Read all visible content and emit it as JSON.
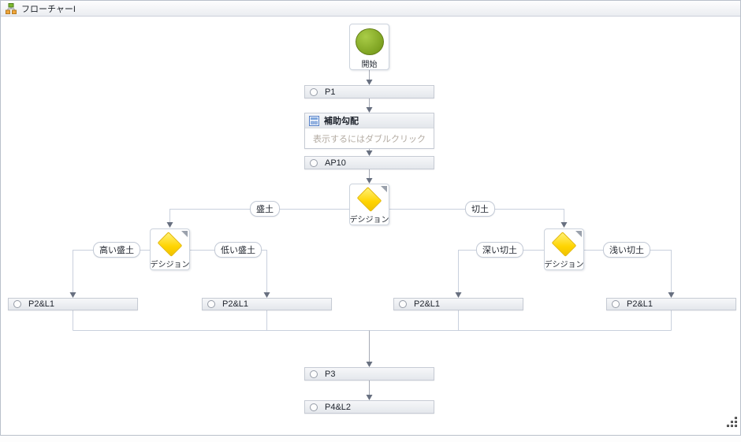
{
  "window": {
    "title": "フローチャーI"
  },
  "nodes": {
    "start": {
      "label": "開始"
    },
    "p1": {
      "label": "P1"
    },
    "aux": {
      "label": "補助勾配",
      "hint": "表示するにはダブルクリック"
    },
    "ap10": {
      "label": "AP10"
    },
    "decision_top": {
      "label": "デシジョン"
    },
    "decision_left": {
      "label": "デシジョン"
    },
    "decision_right": {
      "label": "デシジョン"
    },
    "p2l1_1": {
      "label": "P2&L1"
    },
    "p2l1_2": {
      "label": "P2&L1"
    },
    "p2l1_3": {
      "label": "P2&L1"
    },
    "p2l1_4": {
      "label": "P2&L1"
    },
    "p3": {
      "label": "P3"
    },
    "p4l2": {
      "label": "P4&L2"
    }
  },
  "edges": {
    "fill": {
      "label": "盛土"
    },
    "cut": {
      "label": "切土"
    },
    "high_fill": {
      "label": "高い盛土"
    },
    "low_fill": {
      "label": "低い盛土"
    },
    "deep_cut": {
      "label": "深い切土"
    },
    "shallow_cut": {
      "label": "浅い切土"
    }
  },
  "colors": {
    "start_node_green": "#7ba01f",
    "decision_yellow": "#ffd400",
    "connector_light": "#c9d0dd",
    "connector_dark": "#a6abb5",
    "arrowhead": "#687080",
    "hint_text": "#b3aba2"
  }
}
